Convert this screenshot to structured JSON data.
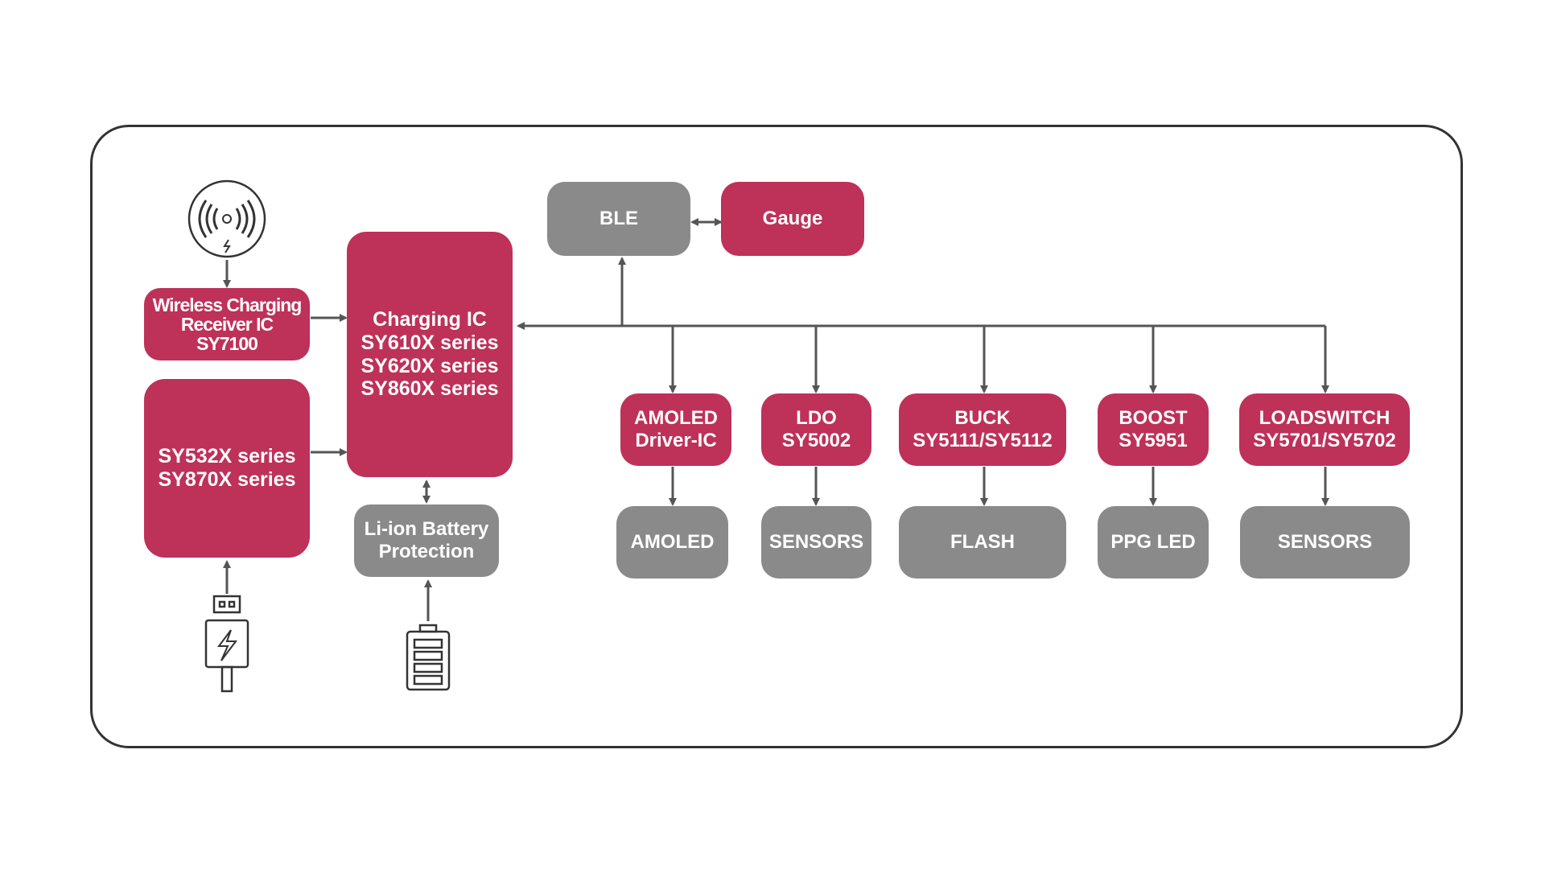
{
  "colors": {
    "accent": "#be3159",
    "gray": "#8a8a8a",
    "line": "#555555",
    "frame": "#333333"
  },
  "icons": [
    "wireless-charger-icon",
    "usb-charger-icon",
    "battery-icon"
  ],
  "blocks": {
    "wireless_rx": [
      "Wireless Charging",
      "Receiver IC",
      "SY7100"
    ],
    "sy532": [
      "SY532X series",
      "SY870X series"
    ],
    "charging_ic": [
      "Charging IC",
      "SY610X series",
      "SY620X series",
      "SY860X series"
    ],
    "battery_protection": [
      "Li-ion Battery",
      "Protection"
    ],
    "ble": "BLE",
    "gauge": "Gauge",
    "amoled_driver": [
      "AMOLED",
      "Driver-IC"
    ],
    "ldo": [
      "LDO",
      "SY5002"
    ],
    "buck": [
      "BUCK",
      "SY5111/SY5112"
    ],
    "boost": [
      "BOOST",
      "SY5951"
    ],
    "loadswitch": [
      "LOADSWITCH",
      "SY5701/SY5702"
    ],
    "amoled": "AMOLED",
    "sensors_1": "SENSORS",
    "flash": "FLASH",
    "ppg_led": "PPG LED",
    "sensors_2": "SENSORS"
  }
}
